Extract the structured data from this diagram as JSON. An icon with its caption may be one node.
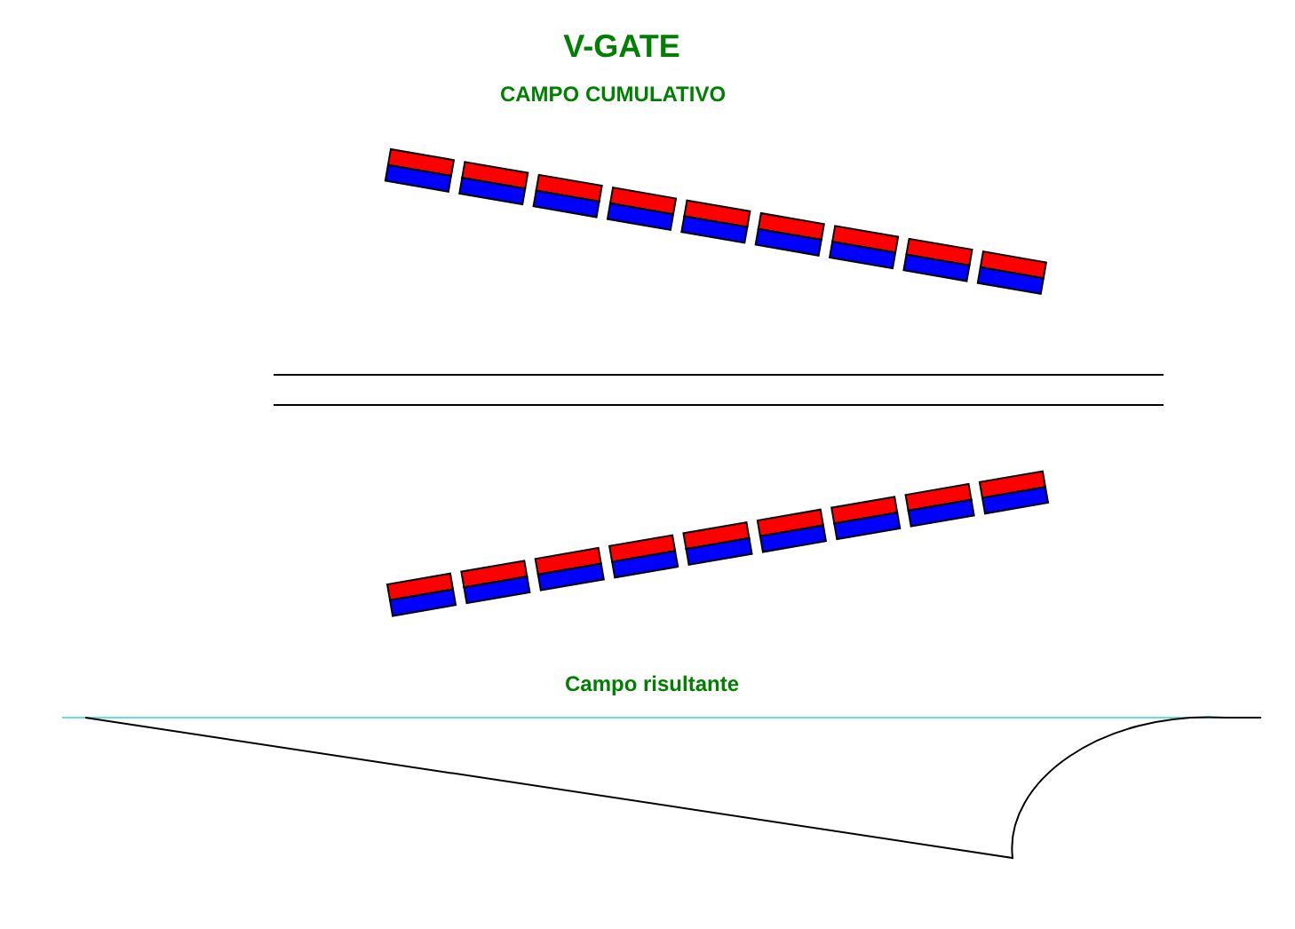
{
  "diagram": {
    "title": "V-GATE",
    "labels": [
      "CAMPO CUMULATIVO",
      "Campo risultante"
    ]
  }
}
